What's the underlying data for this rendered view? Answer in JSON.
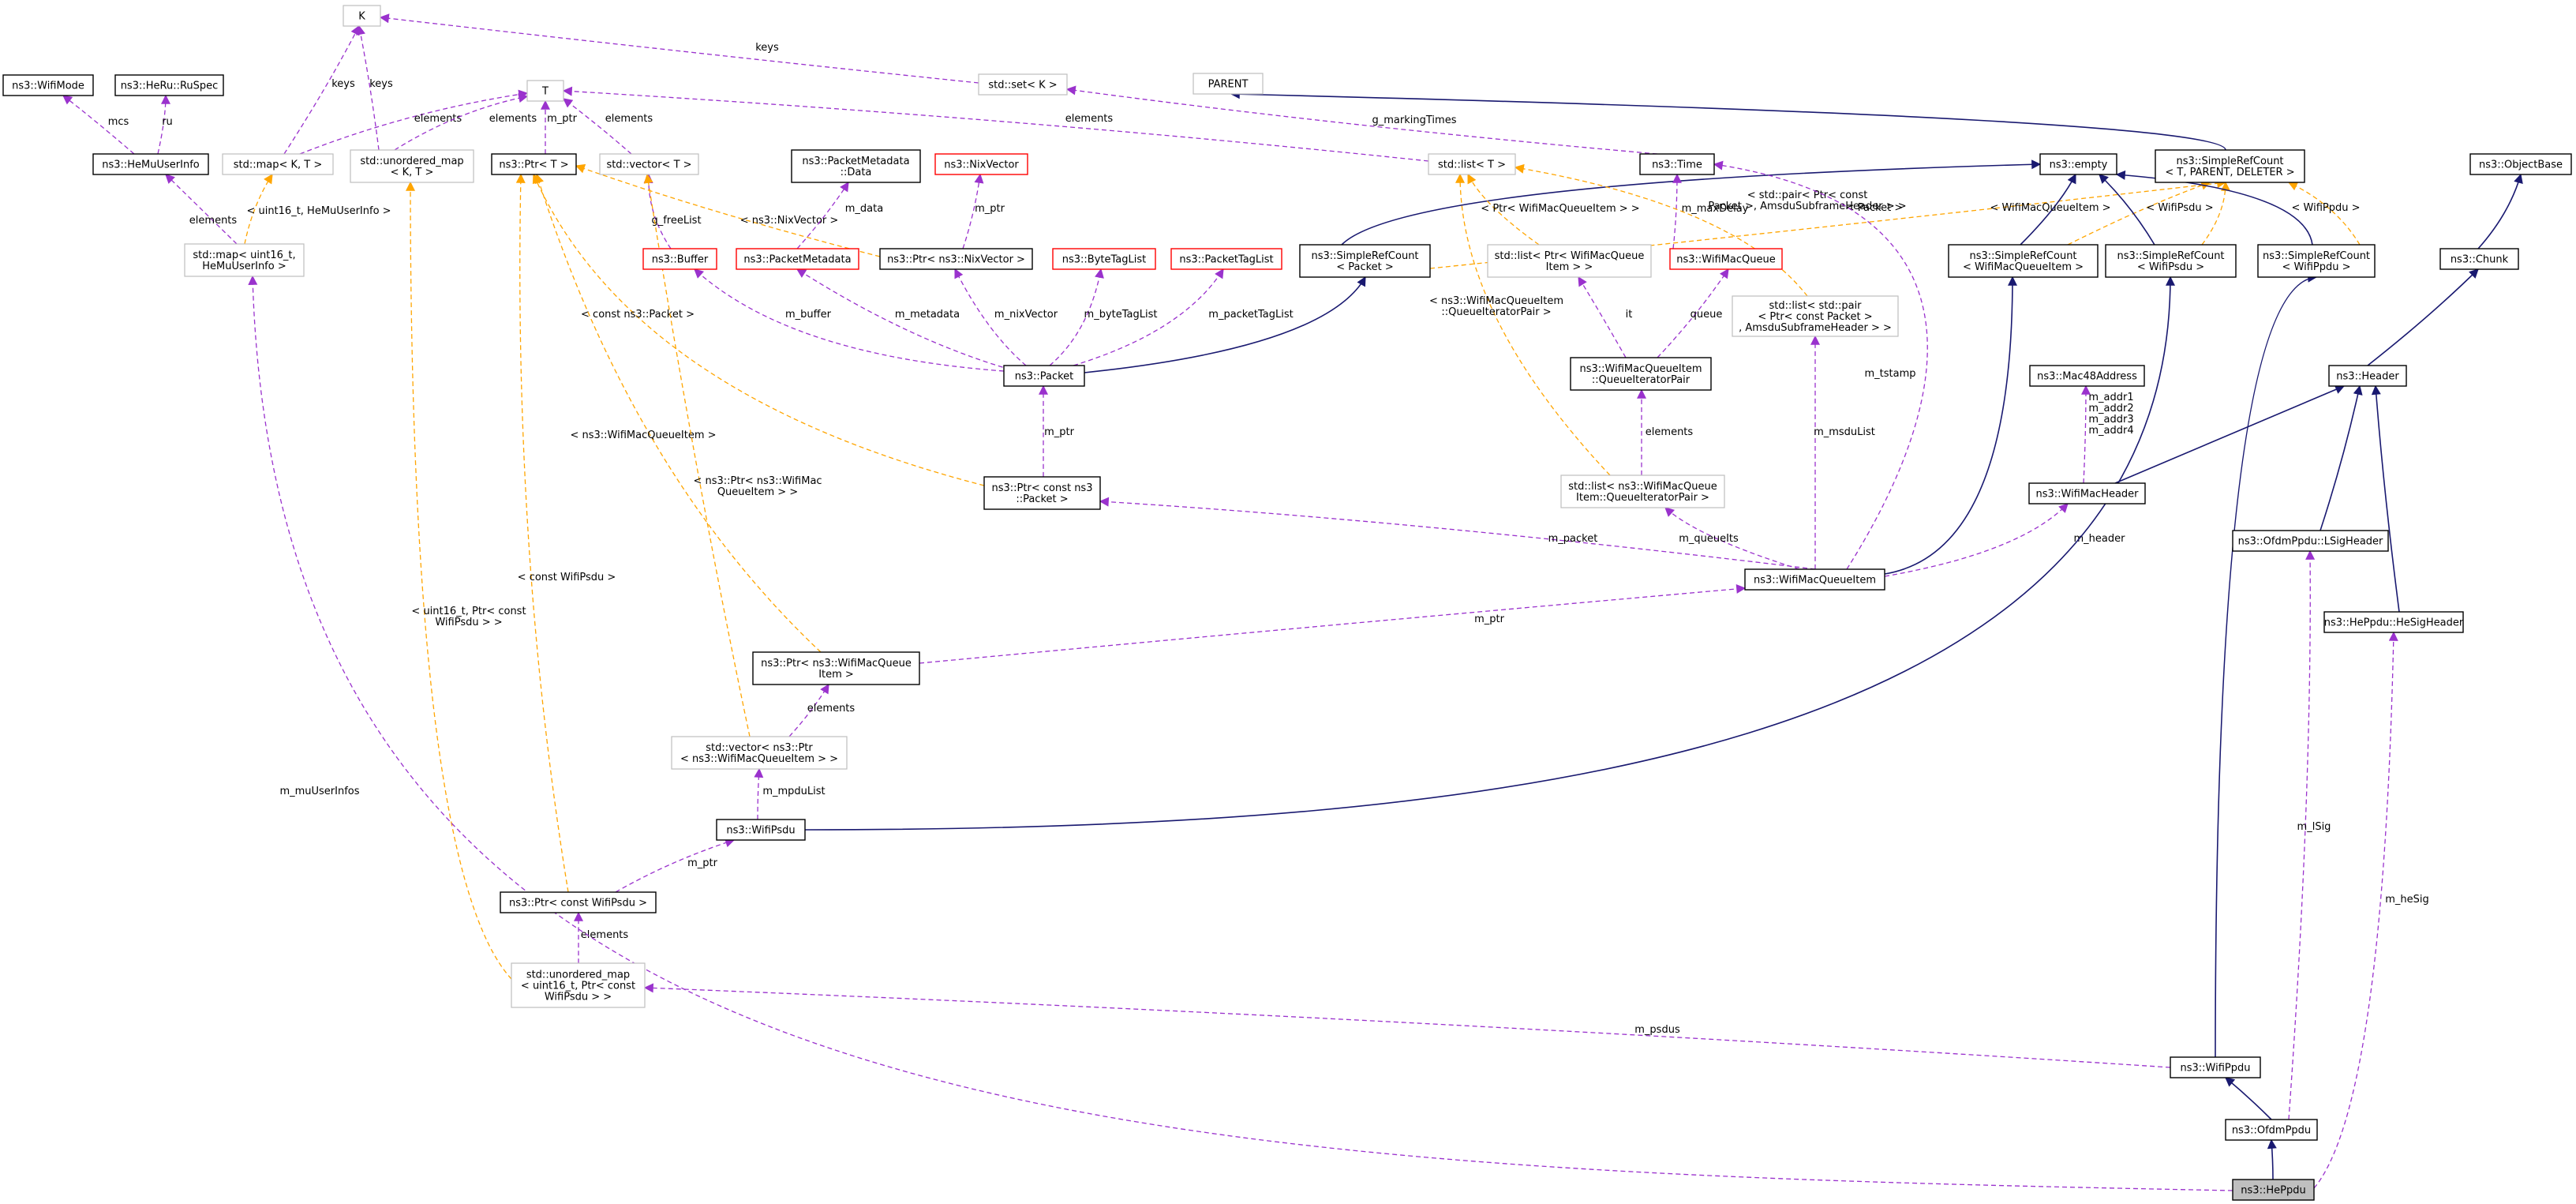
{
  "nodes": [
    {
      "id": "K",
      "lines": [
        "K"
      ],
      "style": "gray"
    },
    {
      "id": "T",
      "lines": [
        "T"
      ],
      "style": "gray"
    },
    {
      "id": "WifiMode",
      "lines": [
        "ns3::WifiMode"
      ],
      "style": "black"
    },
    {
      "id": "RuSpec",
      "lines": [
        "ns3::HeRu::RuSpec"
      ],
      "style": "black"
    },
    {
      "id": "HeMuUserInfo",
      "lines": [
        "ns3::HeMuUserInfo"
      ],
      "style": "black"
    },
    {
      "id": "mapKT",
      "lines": [
        "std::map< K, T >"
      ],
      "style": "gray"
    },
    {
      "id": "umapKT",
      "lines": [
        "std::unordered_map",
        "< K, T >"
      ],
      "style": "gray"
    },
    {
      "id": "PtrT",
      "lines": [
        "ns3::Ptr< T >"
      ],
      "style": "black"
    },
    {
      "id": "vectorT",
      "lines": [
        "std::vector< T >"
      ],
      "style": "gray"
    },
    {
      "id": "mapHeMu",
      "lines": [
        "std::map< uint16_t,",
        "HeMuUserInfo >"
      ],
      "style": "gray"
    },
    {
      "id": "setK",
      "lines": [
        "std::set< K >"
      ],
      "style": "gray"
    },
    {
      "id": "PARENT",
      "lines": [
        "PARENT"
      ],
      "style": "gray"
    },
    {
      "id": "ObjectBase",
      "lines": [
        "ns3::ObjectBase"
      ],
      "style": "black"
    },
    {
      "id": "PMData",
      "lines": [
        "ns3::PacketMetadata",
        "::Data"
      ],
      "style": "black"
    },
    {
      "id": "NixVector",
      "lines": [
        "ns3::NixVector"
      ],
      "style": "red"
    },
    {
      "id": "listT",
      "lines": [
        "std::list< T >"
      ],
      "style": "gray"
    },
    {
      "id": "Time",
      "lines": [
        "ns3::Time"
      ],
      "style": "black"
    },
    {
      "id": "empty",
      "lines": [
        "ns3::empty"
      ],
      "style": "black"
    },
    {
      "id": "SRCgeneric",
      "lines": [
        "ns3::SimpleRefCount",
        "< T, PARENT, DELETER >"
      ],
      "style": "black"
    },
    {
      "id": "Buffer",
      "lines": [
        "ns3::Buffer"
      ],
      "style": "red"
    },
    {
      "id": "PacketMetadata",
      "lines": [
        "ns3::PacketMetadata"
      ],
      "style": "red"
    },
    {
      "id": "PtrNix",
      "lines": [
        "ns3::Ptr< ns3::NixVector >"
      ],
      "style": "black"
    },
    {
      "id": "ByteTagList",
      "lines": [
        "ns3::ByteTagList"
      ],
      "style": "red"
    },
    {
      "id": "PacketTagList",
      "lines": [
        "ns3::PacketTagList"
      ],
      "style": "red"
    },
    {
      "id": "SRCPacket",
      "lines": [
        "ns3::SimpleRefCount",
        "< Packet >"
      ],
      "style": "black"
    },
    {
      "id": "listPtrWMQI",
      "lines": [
        "std::list< Ptr< WifiMacQueue",
        "Item > >"
      ],
      "style": "gray"
    },
    {
      "id": "WifiMacQueue",
      "lines": [
        "ns3::WifiMacQueue"
      ],
      "style": "red"
    },
    {
      "id": "SRCWMQI",
      "lines": [
        "ns3::SimpleRefCount",
        "< WifiMacQueueItem >"
      ],
      "style": "black"
    },
    {
      "id": "SRCPsdu",
      "lines": [
        "ns3::SimpleRefCount",
        "< WifiPsdu >"
      ],
      "style": "black"
    },
    {
      "id": "SRCPpdu",
      "lines": [
        "ns3::SimpleRefCount",
        "< WifiPpdu >"
      ],
      "style": "black"
    },
    {
      "id": "Chunk",
      "lines": [
        "ns3::Chunk"
      ],
      "style": "black"
    },
    {
      "id": "listPair",
      "lines": [
        "std::list< std::pair",
        "< Ptr< const Packet >",
        ", AmsduSubframeHeader > >"
      ],
      "style": "gray"
    },
    {
      "id": "Packet",
      "lines": [
        "ns3::Packet"
      ],
      "style": "black"
    },
    {
      "id": "QIPair",
      "lines": [
        "ns3::WifiMacQueueItem",
        "::QueueIteratorPair"
      ],
      "style": "black"
    },
    {
      "id": "Mac48",
      "lines": [
        "ns3::Mac48Address"
      ],
      "style": "black"
    },
    {
      "id": "Header",
      "lines": [
        "ns3::Header"
      ],
      "style": "black"
    },
    {
      "id": "listQIPair",
      "lines": [
        "std::list< ns3::WifiMacQueue",
        "Item::QueueIteratorPair >"
      ],
      "style": "gray"
    },
    {
      "id": "PtrConstPacket",
      "lines": [
        "ns3::Ptr< const ns3",
        "::Packet >"
      ],
      "style": "black"
    },
    {
      "id": "WifiMacHeader",
      "lines": [
        "ns3::WifiMacHeader"
      ],
      "style": "black"
    },
    {
      "id": "LSigHeader",
      "lines": [
        "ns3::OfdmPpdu::LSigHeader"
      ],
      "style": "black"
    },
    {
      "id": "WMQI",
      "lines": [
        "ns3::WifiMacQueueItem"
      ],
      "style": "black"
    },
    {
      "id": "HeSigHeader",
      "lines": [
        "ns3::HePpdu::HeSigHeader"
      ],
      "style": "black"
    },
    {
      "id": "PtrWMQI",
      "lines": [
        "ns3::Ptr< ns3::WifiMacQueue",
        "Item >"
      ],
      "style": "black"
    },
    {
      "id": "vecPtrWMQI",
      "lines": [
        "std::vector< ns3::Ptr",
        "< ns3::WifiMacQueueItem > >"
      ],
      "style": "gray"
    },
    {
      "id": "WifiPsdu",
      "lines": [
        "ns3::WifiPsdu"
      ],
      "style": "black"
    },
    {
      "id": "PtrConstPsdu",
      "lines": [
        "ns3::Ptr< const WifiPsdu >"
      ],
      "style": "black"
    },
    {
      "id": "umapPsdu",
      "lines": [
        "std::unordered_map",
        "< uint16_t, Ptr< const",
        "WifiPsdu > >"
      ],
      "style": "gray"
    },
    {
      "id": "WifiPpdu",
      "lines": [
        "ns3::WifiPpdu"
      ],
      "style": "black"
    },
    {
      "id": "OfdmPpdu",
      "lines": [
        "ns3::OfdmPpdu"
      ],
      "style": "black"
    },
    {
      "id": "HePpdu",
      "lines": [
        "ns3::HePpdu"
      ],
      "style": "focus"
    }
  ],
  "edges": [
    {
      "from": "HeMuUserInfo",
      "to": "WifiMode",
      "kind": "usage",
      "label": [
        "mcs"
      ]
    },
    {
      "from": "HeMuUserInfo",
      "to": "RuSpec",
      "kind": "usage",
      "label": [
        "ru"
      ]
    },
    {
      "from": "mapKT",
      "to": "K",
      "kind": "usage",
      "label": [
        "keys"
      ]
    },
    {
      "from": "mapKT",
      "to": "T",
      "kind": "usage",
      "label": [
        "elements"
      ]
    },
    {
      "from": "umapKT",
      "to": "K",
      "kind": "usage",
      "label": [
        "keys"
      ]
    },
    {
      "from": "umapKT",
      "to": "T",
      "kind": "usage",
      "label": [
        "elements"
      ]
    },
    {
      "from": "PtrT",
      "to": "T",
      "kind": "usage",
      "label": [
        "m_ptr"
      ]
    },
    {
      "from": "vectorT",
      "to": "T",
      "kind": "usage",
      "label": [
        "elements"
      ]
    },
    {
      "from": "setK",
      "to": "K",
      "kind": "usage",
      "label": [
        "keys"
      ]
    },
    {
      "from": "listT",
      "to": "T",
      "kind": "usage",
      "label": [
        "elements"
      ]
    },
    {
      "from": "mapHeMu",
      "to": "HeMuUserInfo",
      "kind": "usage",
      "label": [
        "elements"
      ]
    },
    {
      "from": "mapHeMu",
      "to": "mapKT",
      "kind": "template",
      "label": [
        "< uint16_t, HeMuUserInfo >"
      ]
    },
    {
      "from": "Time",
      "to": "setK",
      "kind": "usage",
      "label": [
        "g_markingTimes"
      ]
    },
    {
      "from": "Buffer",
      "to": "vectorT",
      "kind": "usage",
      "label": [
        "g_freeList"
      ]
    },
    {
      "from": "PtrNix",
      "to": "NixVector",
      "kind": "usage",
      "label": [
        "m_ptr"
      ]
    },
    {
      "from": "PtrNix",
      "to": "PtrT",
      "kind": "template",
      "label": [
        "< ns3::NixVector >"
      ]
    },
    {
      "from": "PacketMetadata",
      "to": "PMData",
      "kind": "usage",
      "label": [
        "m_data"
      ]
    },
    {
      "from": "Packet",
      "to": "Buffer",
      "kind": "usage",
      "label": [
        "m_buffer"
      ]
    },
    {
      "from": "Packet",
      "to": "PacketMetadata",
      "kind": "usage",
      "label": [
        "m_metadata"
      ]
    },
    {
      "from": "Packet",
      "to": "PtrNix",
      "kind": "usage",
      "label": [
        "m_nixVector"
      ]
    },
    {
      "from": "Packet",
      "to": "ByteTagList",
      "kind": "usage",
      "label": [
        "m_byteTagList"
      ]
    },
    {
      "from": "Packet",
      "to": "PacketTagList",
      "kind": "usage",
      "label": [
        "m_packetTagList"
      ]
    },
    {
      "from": "Packet",
      "to": "SRCPacket",
      "kind": "inherit",
      "label": []
    },
    {
      "from": "SRCPacket",
      "to": "empty",
      "kind": "inherit",
      "label": []
    },
    {
      "from": "SRCPacket",
      "to": "SRCgeneric",
      "kind": "template",
      "label": [
        "< Packet >"
      ]
    },
    {
      "from": "SRCgeneric",
      "to": "PARENT",
      "kind": "inherit",
      "label": []
    },
    {
      "from": "SRCWMQI",
      "to": "empty",
      "kind": "inherit",
      "label": []
    },
    {
      "from": "SRCWMQI",
      "to": "SRCgeneric",
      "kind": "template",
      "label": [
        "< WifiMacQueueItem >"
      ]
    },
    {
      "from": "SRCPsdu",
      "to": "empty",
      "kind": "inherit",
      "label": []
    },
    {
      "from": "SRCPsdu",
      "to": "SRCgeneric",
      "kind": "template",
      "label": [
        "< WifiPsdu >"
      ]
    },
    {
      "from": "SRCPpdu",
      "to": "empty",
      "kind": "inherit",
      "label": []
    },
    {
      "from": "SRCPpdu",
      "to": "SRCgeneric",
      "kind": "template",
      "label": [
        "< WifiPpdu >"
      ]
    },
    {
      "from": "Chunk",
      "to": "ObjectBase",
      "kind": "inherit",
      "label": []
    },
    {
      "from": "Header",
      "to": "Chunk",
      "kind": "inherit",
      "label": []
    },
    {
      "from": "WifiMacQueue",
      "to": "Time",
      "kind": "usage",
      "label": [
        "m_maxDelay"
      ]
    },
    {
      "from": "listPtrWMQI",
      "to": "listT",
      "kind": "template",
      "label": [
        "< Ptr< WifiMacQueueItem > >"
      ]
    },
    {
      "from": "listPair",
      "to": "listT",
      "kind": "template",
      "label": [
        "< std::pair< Ptr< const",
        "Packet >, AmsduSubframeHeader > >"
      ]
    },
    {
      "from": "QIPair",
      "to": "listPtrWMQI",
      "kind": "usage",
      "label": [
        "it"
      ]
    },
    {
      "from": "QIPair",
      "to": "WifiMacQueue",
      "kind": "usage",
      "label": [
        "queue"
      ]
    },
    {
      "from": "listQIPair",
      "to": "QIPair",
      "kind": "usage",
      "label": [
        "elements"
      ]
    },
    {
      "from": "listQIPair",
      "to": "listT",
      "kind": "template",
      "label": [
        "< ns3::WifiMacQueueItem",
        "::QueueIteratorPair >"
      ]
    },
    {
      "from": "PtrConstPacket",
      "to": "Packet",
      "kind": "usage",
      "label": [
        "m_ptr"
      ]
    },
    {
      "from": "PtrConstPacket",
      "to": "PtrT",
      "kind": "template",
      "label": [
        "< const ns3::Packet >"
      ]
    },
    {
      "from": "WifiMacHeader",
      "to": "Mac48",
      "kind": "usage",
      "label": [
        "m_addr1",
        "m_addr2",
        "m_addr3",
        "m_addr4"
      ]
    },
    {
      "from": "WifiMacHeader",
      "to": "Header",
      "kind": "inherit",
      "label": []
    },
    {
      "from": "LSigHeader",
      "to": "Header",
      "kind": "inherit",
      "label": []
    },
    {
      "from": "HeSigHeader",
      "to": "Header",
      "kind": "inherit",
      "label": []
    },
    {
      "from": "WMQI",
      "to": "PtrConstPacket",
      "kind": "usage",
      "label": [
        "m_packet"
      ]
    },
    {
      "from": "WMQI",
      "to": "listQIPair",
      "kind": "usage",
      "label": [
        "m_queueIts"
      ]
    },
    {
      "from": "WMQI",
      "to": "listPair",
      "kind": "usage",
      "label": [
        "m_msduList"
      ]
    },
    {
      "from": "WMQI",
      "to": "Time",
      "kind": "usage",
      "label": [
        "m_tstamp"
      ]
    },
    {
      "from": "WMQI",
      "to": "WifiMacHeader",
      "kind": "usage",
      "label": [
        "m_header"
      ]
    },
    {
      "from": "WMQI",
      "to": "SRCWMQI",
      "kind": "inherit",
      "label": []
    },
    {
      "from": "PtrWMQI",
      "to": "WMQI",
      "kind": "usage",
      "label": [
        "m_ptr"
      ]
    },
    {
      "from": "PtrWMQI",
      "to": "PtrT",
      "kind": "template",
      "label": [
        "< ns3::WifiMacQueueItem >"
      ]
    },
    {
      "from": "vecPtrWMQI",
      "to": "PtrWMQI",
      "kind": "usage",
      "label": [
        "elements"
      ]
    },
    {
      "from": "vecPtrWMQI",
      "to": "vectorT",
      "kind": "template",
      "label": [
        "< ns3::Ptr< ns3::WifiMac",
        "QueueItem > >"
      ]
    },
    {
      "from": "WifiPsdu",
      "to": "vecPtrWMQI",
      "kind": "usage",
      "label": [
        "m_mpduList"
      ]
    },
    {
      "from": "WifiPsdu",
      "to": "SRCPsdu",
      "kind": "inherit",
      "label": []
    },
    {
      "from": "PtrConstPsdu",
      "to": "WifiPsdu",
      "kind": "usage",
      "label": [
        "m_ptr"
      ]
    },
    {
      "from": "PtrConstPsdu",
      "to": "PtrT",
      "kind": "template",
      "label": [
        "< const WifiPsdu >"
      ]
    },
    {
      "from": "umapPsdu",
      "to": "PtrConstPsdu",
      "kind": "usage",
      "label": [
        "elements"
      ]
    },
    {
      "from": "umapPsdu",
      "to": "umapKT",
      "kind": "template",
      "label": [
        "< uint16_t, Ptr< const",
        "WifiPsdu > >"
      ]
    },
    {
      "from": "WifiPpdu",
      "to": "umapPsdu",
      "kind": "usage",
      "label": [
        "m_psdus"
      ]
    },
    {
      "from": "WifiPpdu",
      "to": "SRCPpdu",
      "kind": "inherit",
      "label": []
    },
    {
      "from": "OfdmPpdu",
      "to": "WifiPpdu",
      "kind": "inherit",
      "label": []
    },
    {
      "from": "OfdmPpdu",
      "to": "LSigHeader",
      "kind": "usage",
      "label": [
        "m_lSig"
      ]
    },
    {
      "from": "HePpdu",
      "to": "OfdmPpdu",
      "kind": "inherit",
      "label": []
    },
    {
      "from": "HePpdu",
      "to": "HeSigHeader",
      "kind": "usage",
      "label": [
        "m_heSig"
      ]
    },
    {
      "from": "HePpdu",
      "to": "mapHeMu",
      "kind": "usage",
      "label": [
        "m_muUserInfos"
      ]
    }
  ],
  "colors": {
    "inherit": "#191970",
    "usage": "#9a32cd",
    "template": "#ffa500",
    "black_border": "#000000",
    "gray_border": "#bfbfbf",
    "red_border": "#ff0000",
    "focus_fill": "#bfbfbf",
    "text": "#000000"
  }
}
